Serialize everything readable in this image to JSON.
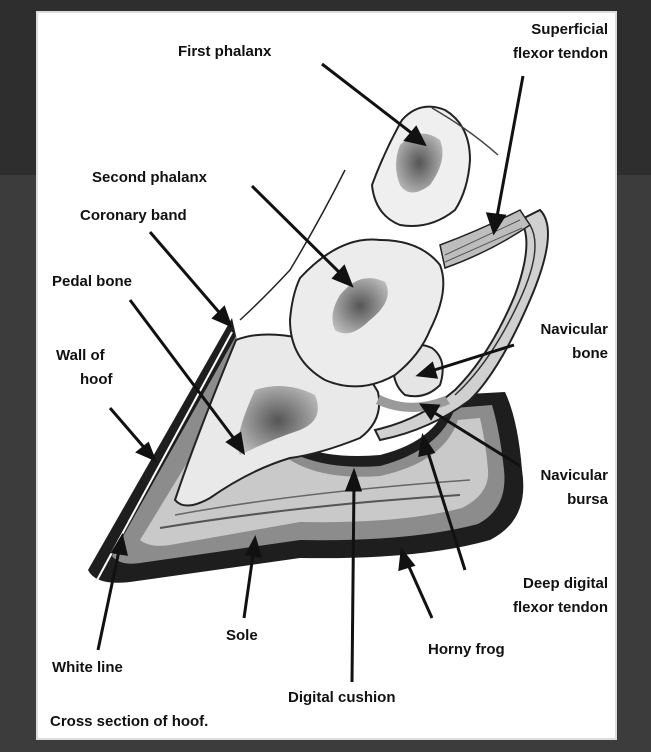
{
  "labels": {
    "first_phalanx": "First phalanx",
    "superficial_flexor_1": "Superficial",
    "superficial_flexor_2": "flexor tendon",
    "second_phalanx": "Second phalanx",
    "coronary_band": "Coronary band",
    "pedal_bone": "Pedal bone",
    "wall_of_hoof_1": "Wall of",
    "wall_of_hoof_2": "hoof",
    "navicular_bone_1": "Navicular",
    "navicular_bone_2": "bone",
    "navicular_bursa_1": "Navicular",
    "navicular_bursa_2": "bursa",
    "deep_digital_1": "Deep digital",
    "deep_digital_2": "flexor tendon",
    "sole": "Sole",
    "horny_frog": "Horny frog",
    "white_line": "White line",
    "digital_cushion": "Digital cushion"
  },
  "caption": "Cross section of hoof.",
  "colors": {
    "paper": "#ffffff",
    "ink": "#111111",
    "bone_shade": "#b8b8b8",
    "tissue_shade": "#d8d8d8",
    "dark_wall": "#1a1a1a"
  }
}
